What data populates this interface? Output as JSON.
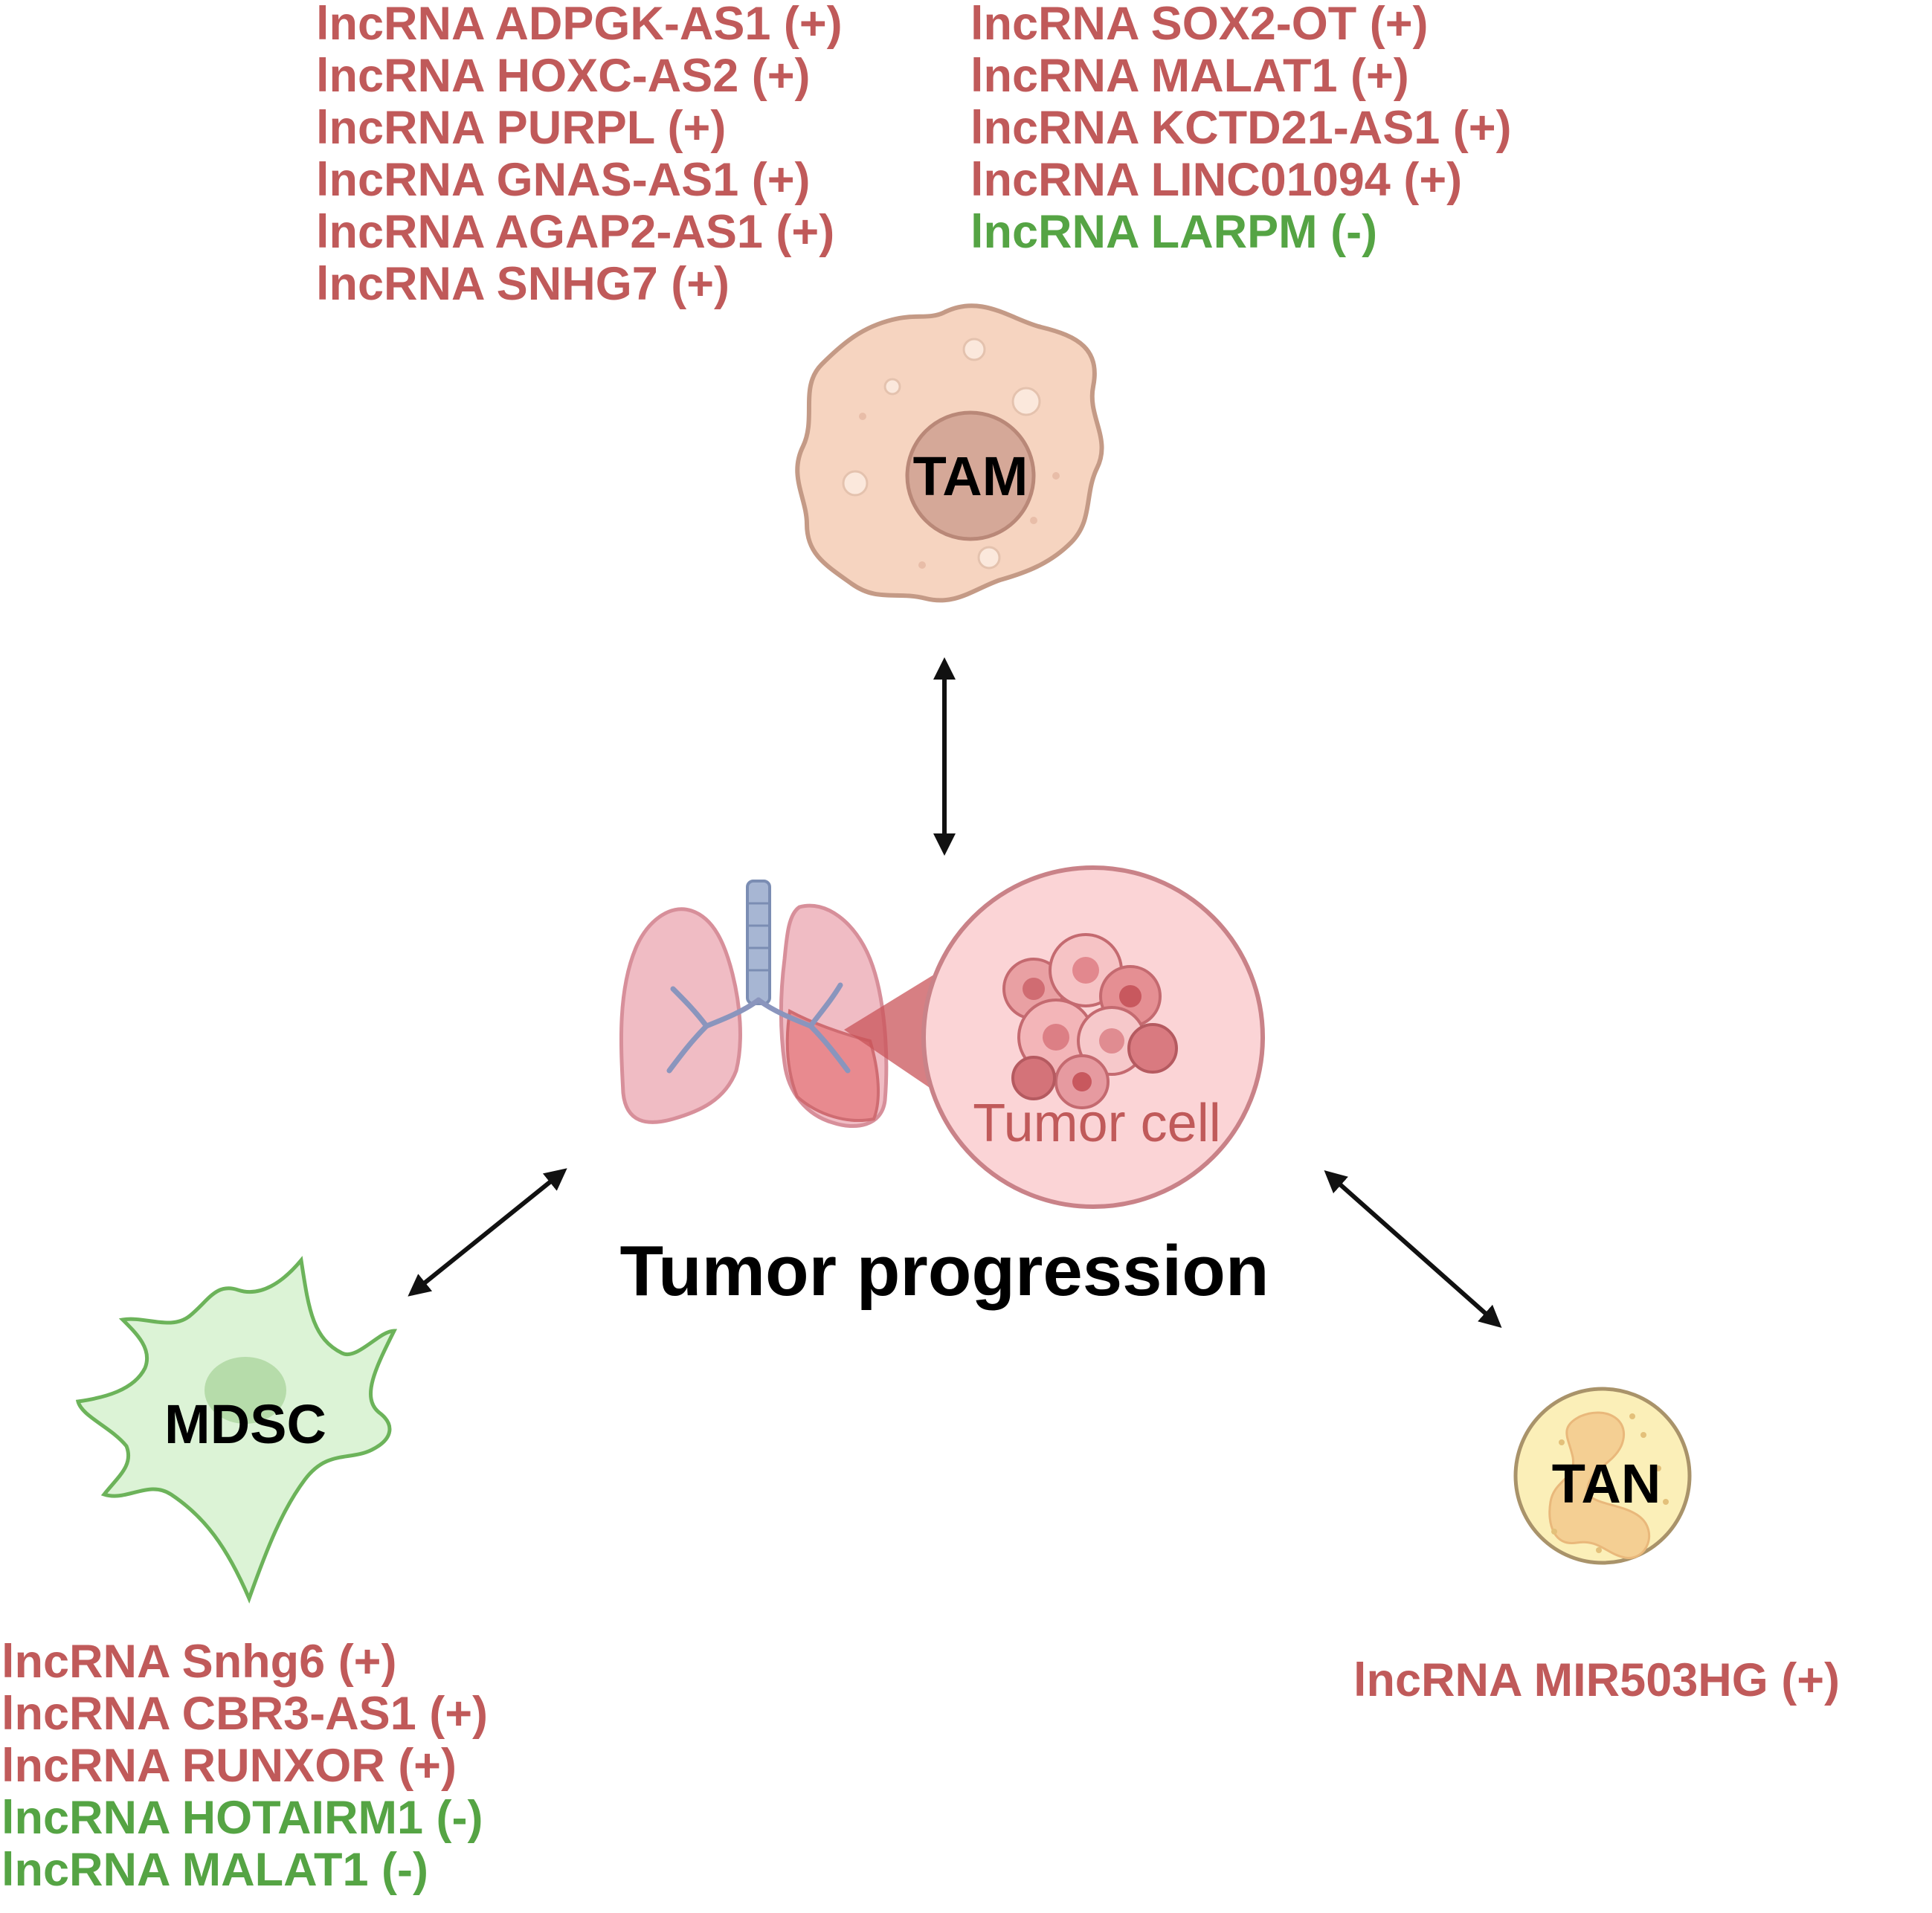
{
  "tam": {
    "label": "TAM",
    "left_list": [
      {
        "text": "lncRNA ADPGK-AS1 (+)",
        "effect": "positive"
      },
      {
        "text": "lncRNA HOXC-AS2 (+)",
        "effect": "positive"
      },
      {
        "text": "lncRNA PURPL (+)",
        "effect": "positive"
      },
      {
        "text": "lncRNA GNAS-AS1 (+)",
        "effect": "positive"
      },
      {
        "text": "lncRNA AGAP2-AS1 (+)",
        "effect": "positive"
      },
      {
        "text": "lncRNA SNHG7 (+)",
        "effect": "positive"
      }
    ],
    "right_list": [
      {
        "text": "lncRNA SOX2-OT (+)",
        "effect": "positive"
      },
      {
        "text": "lncRNA MALAT1 (+)",
        "effect": "positive"
      },
      {
        "text": "lncRNA KCTD21-AS1 (+)",
        "effect": "positive"
      },
      {
        "text": "lncRNA LINC01094 (+)",
        "effect": "positive"
      },
      {
        "text": "lncRNA LARPM (-)",
        "effect": "negative"
      }
    ]
  },
  "mdsc": {
    "label": "MDSC",
    "list": [
      {
        "text": "lncRNA Snhg6 (+)",
        "effect": "positive"
      },
      {
        "text": "lncRNA CBR3-AS1 (+)",
        "effect": "positive"
      },
      {
        "text": "lncRNA RUNXOR (+)",
        "effect": "positive"
      },
      {
        "text": "lncRNA HOTAIRM1 (-)",
        "effect": "negative"
      },
      {
        "text": "lncRNA MALAT1 (-)",
        "effect": "negative"
      }
    ]
  },
  "tan": {
    "label": "TAN",
    "list": [
      {
        "text": "lncRNA MIR503HG (+)",
        "effect": "positive"
      }
    ]
  },
  "center": {
    "title": "Tumor progression",
    "tumor_cell_label": "Tumor cell"
  },
  "colors": {
    "positive": "#c05a5a",
    "negative": "#55a444"
  }
}
